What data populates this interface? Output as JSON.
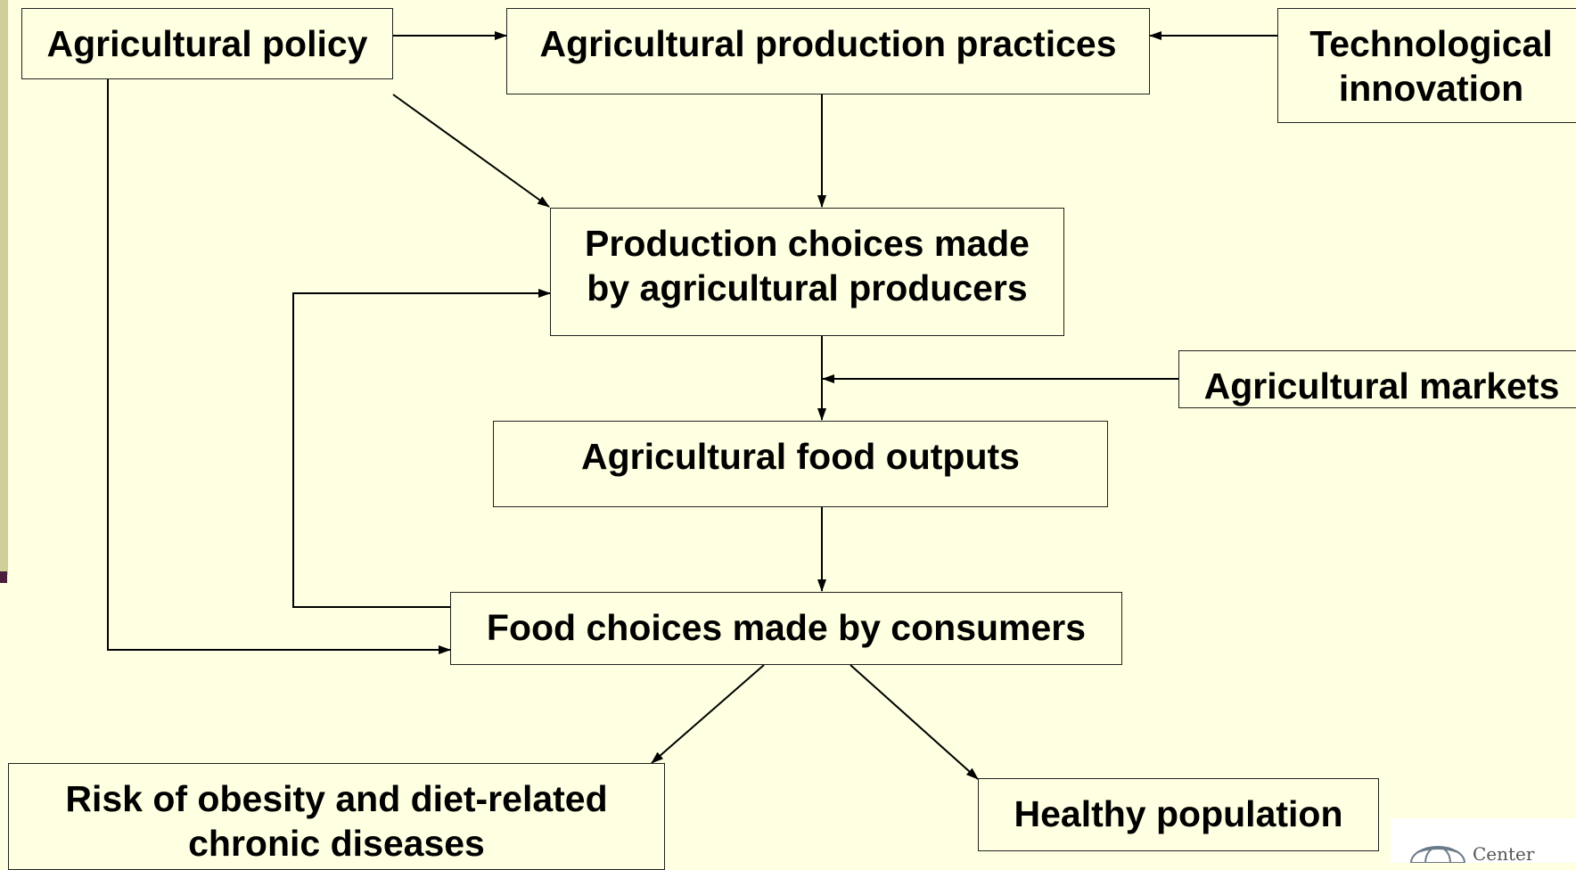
{
  "diagram": {
    "nodes": {
      "agricultural_policy": "Agricultural policy",
      "production_practices": "Agricultural production practices",
      "technological_innovation": "Technological\ninnovation",
      "production_choices": "Production choices made\nby agricultural producers",
      "agricultural_markets": "Agricultural markets",
      "food_outputs": "Agricultural food outputs",
      "consumer_choices": "Food choices made by consumers",
      "obesity_risk": "Risk of obesity and diet-related\nchronic diseases",
      "healthy_population": "Healthy population"
    },
    "edges": [
      {
        "from": "agricultural_policy",
        "to": "production_practices"
      },
      {
        "from": "technological_innovation",
        "to": "production_practices"
      },
      {
        "from": "agricultural_policy",
        "to": "production_choices"
      },
      {
        "from": "production_practices",
        "to": "production_choices"
      },
      {
        "from": "production_choices",
        "to": "food_outputs"
      },
      {
        "from": "agricultural_markets",
        "to": "food_outputs"
      },
      {
        "from": "food_outputs",
        "to": "consumer_choices"
      },
      {
        "from": "consumer_choices",
        "to": "production_choices"
      },
      {
        "from": "agricultural_policy",
        "to": "consumer_choices"
      },
      {
        "from": "consumer_choices",
        "to": "obesity_risk"
      },
      {
        "from": "consumer_choices",
        "to": "healthy_population"
      }
    ]
  },
  "logo": {
    "text": "Center",
    "icon": "globe-logo-icon"
  },
  "colors": {
    "background": "#FFFFE1",
    "box_border": "#222222",
    "arrow": "#000000",
    "side_bar": "#CFCF9A",
    "side_bar_accent": "#4A1E3C"
  }
}
